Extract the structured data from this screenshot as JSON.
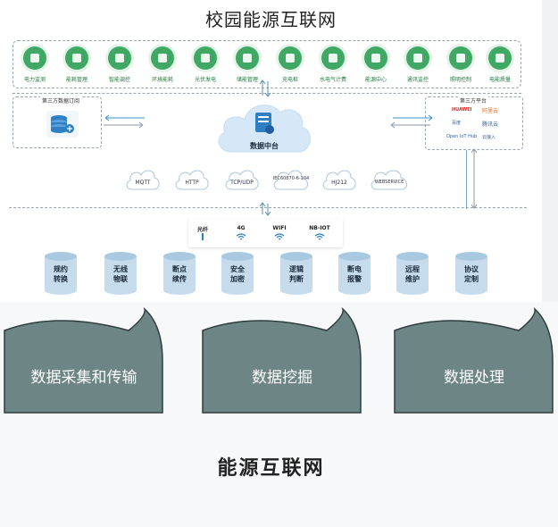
{
  "title": "校园能源互联网",
  "icons": [
    {
      "label": "电力监测",
      "icon": "power-monitor-icon"
    },
    {
      "label": "能耗管理",
      "icon": "energy-manage-icon"
    },
    {
      "label": "智能调控",
      "icon": "smart-control-icon"
    },
    {
      "label": "环境能耗",
      "icon": "environment-icon"
    },
    {
      "label": "光伏发电",
      "icon": "solar-icon"
    },
    {
      "label": "储能管理",
      "icon": "storage-icon"
    },
    {
      "label": "充电桩",
      "icon": "charger-icon"
    },
    {
      "label": "水电气计费",
      "icon": "billing-icon"
    },
    {
      "label": "能源中心",
      "icon": "database-icon"
    },
    {
      "label": "通讯监控",
      "icon": "signal-icon"
    },
    {
      "label": "照明控制",
      "icon": "lighting-icon"
    },
    {
      "label": "电能质量",
      "icon": "quality-icon"
    }
  ],
  "left_box": {
    "title": "第三方数据订阅"
  },
  "right_box": {
    "title": "第三方平台",
    "partners": [
      "HUAWEI",
      "阿里云",
      "百度",
      "腾讯云",
      "Open IoT Hub",
      "云接入"
    ]
  },
  "center": {
    "label": "数据中台"
  },
  "protocols": [
    "MQTT",
    "HTTP",
    "TCP/UDP",
    "IEC60870-6-104",
    "HJ212",
    "WEBSERVICE"
  ],
  "network": [
    {
      "label": "光纤"
    },
    {
      "label": "4G"
    },
    {
      "label": "WIFI"
    },
    {
      "label": "NB-IOT"
    }
  ],
  "functions": [
    {
      "line1": "规约",
      "line2": "转换"
    },
    {
      "line1": "无线",
      "line2": "物联"
    },
    {
      "line1": "断点",
      "line2": "续传"
    },
    {
      "line1": "安全",
      "line2": "加密"
    },
    {
      "line1": "逻辑",
      "line2": "判断"
    },
    {
      "line1": "断电",
      "line2": "报警"
    },
    {
      "line1": "远程",
      "line2": "维护"
    },
    {
      "line1": "协议",
      "line2": "定制"
    }
  ],
  "flags": [
    "数据采集和传输",
    "数据挖掘",
    "数据处理"
  ],
  "bottom_title": "能源互联网",
  "colors": {
    "green": "#3fa864",
    "blue": "#2f7fc4",
    "cloud": "#d6e8f7",
    "flag": "#6d8585",
    "cyl": "#c6dcec"
  }
}
